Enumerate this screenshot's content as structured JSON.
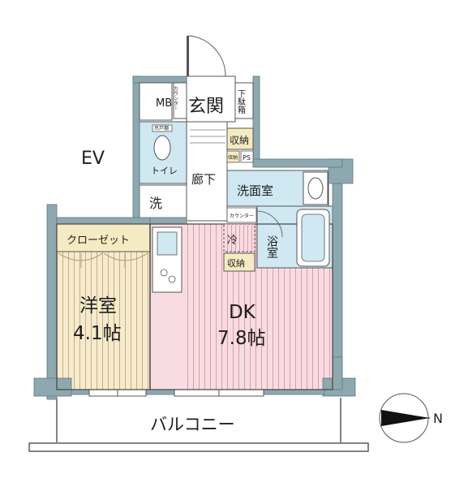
{
  "labels": {
    "ev": "EV",
    "entrance": "玄関",
    "counter_entrance": "カウンター",
    "shoe_box": "下駄箱",
    "mb": "MB",
    "storage_1": "収納",
    "storage_small": "収納",
    "ps": "PS",
    "paper_holder": "吊戸棚",
    "toilet": "トイレ",
    "hallway": "廊下",
    "washroom": "洗面室",
    "counter_wash": "カウンター",
    "washer": "洗",
    "fridge": "冷",
    "bath": "浴室",
    "storage_2": "収納",
    "closet": "クローゼット",
    "western_room": "洋室",
    "western_size": "4.1帖",
    "dk": "DK",
    "dk_size": "7.8帖",
    "balcony": "バルコニー",
    "compass_n": "N"
  },
  "colors": {
    "wall": "#8ea8b0",
    "western_floor": "#f6ebcf",
    "dk_floor": "#f7dde2",
    "wet_area": "#cfe8f2",
    "storage": "#f5ebc2",
    "outline": "#333333"
  }
}
